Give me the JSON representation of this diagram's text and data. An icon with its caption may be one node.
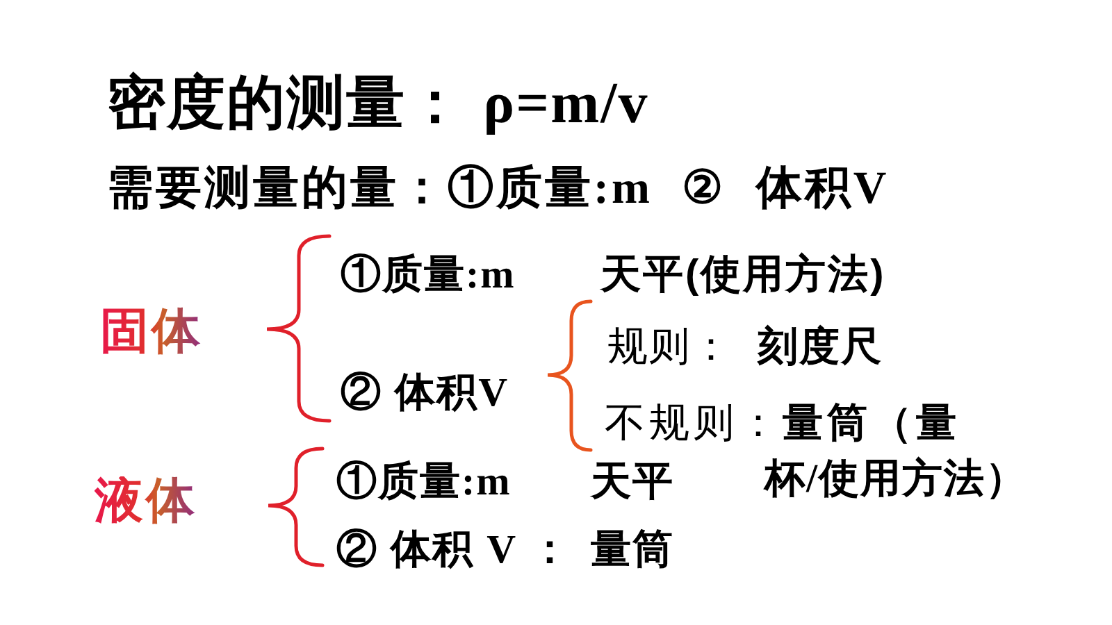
{
  "diagram": {
    "title": "密度的测量： ρ=m/v",
    "labels": [
      "需要测量的量：①质量:m ② 体积V",
      "固体",
      "①质量:m",
      "天平(使用方法)",
      "规则：",
      "刻度尺",
      "② 体积V",
      "不规则：**量筒（量**",
      "杯/使用方法）",
      "液体",
      "①质量:m",
      "天平",
      "② 体积 V ：",
      "量筒"
    ]
  }
}
